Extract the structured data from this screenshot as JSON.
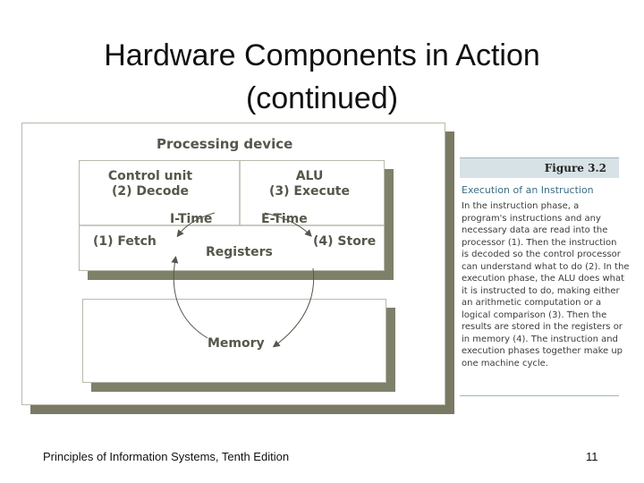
{
  "slide": {
    "title_line1": "Hardware Components in Action",
    "title_line2": "(continued)"
  },
  "diagram": {
    "processing_device": "Processing device",
    "control_unit": "Control unit",
    "decode": "(2) Decode",
    "alu": "ALU",
    "execute": "(3) Execute",
    "i_time": "I-Time",
    "e_time": "E-Time",
    "fetch": "(1) Fetch",
    "registers": "Registers",
    "store": "(4) Store",
    "memory": "Memory"
  },
  "caption": {
    "figure_label": "Figure 3.2",
    "heading": "Execution of an Instruction",
    "lines": [
      "In the instruction phase, a",
      "program's instructions and any",
      "necessary data are read into the",
      "processor (1). Then the instruction",
      "is decoded so the control processor",
      "can understand what to do (2). In the",
      "execution phase, the ALU does what",
      "it is instructed to do, making either",
      "an arithmetic computation or a",
      "logical comparison (3). Then the",
      "results are stored in the registers or",
      "in memory (4). The instruction and",
      "execution phases together make up",
      "one machine cycle."
    ]
  },
  "footer": {
    "source": "Principles of Information Systems, Tenth Edition",
    "page_number": "11"
  },
  "colors": {
    "diagram_text": "#55574a",
    "shadow": "#7f806a",
    "caption_heading": "#3c6e86",
    "caption_bar": "#d7e2e6"
  }
}
